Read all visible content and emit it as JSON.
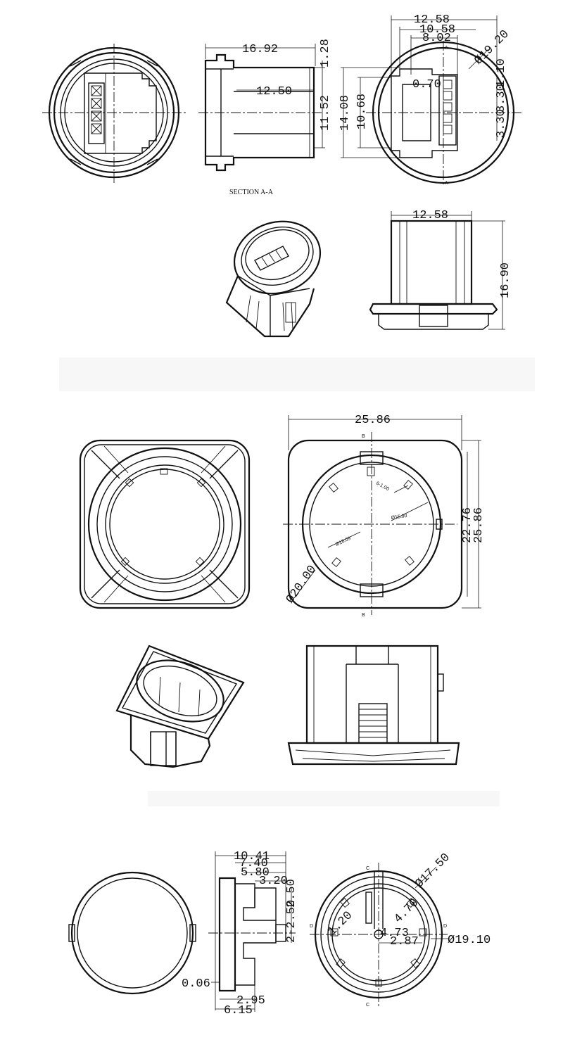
{
  "section_a": {
    "label": "SECTION A-A",
    "dims": {
      "len_16_92": "16.92",
      "len_1_28": "1.28",
      "len_12_50": "12.50",
      "len_11_52": "11.52",
      "len_14_08": "14.08",
      "len_10_68": "10.68",
      "len_12_58": "12.58",
      "len_10_58": "10.58",
      "len_8_02": "8.02",
      "dia_19_20": "Ø19.20",
      "len_0_70": "0.70",
      "len_1_10": "1.10",
      "len_3_30": "3.30",
      "len_3_30b": "3.30",
      "len_12_58b": "12.58",
      "len_16_90": "16.90",
      "sec_a1": "A",
      "sec_a2": "A"
    }
  },
  "section_b": {
    "dims": {
      "len_25_86": "25.86",
      "len_22_76": "22.76",
      "len_25_86b": "25.86",
      "dia_20_00": "Ø20.00",
      "small_6_1_00": "6-1.00",
      "small_15_90": "Ø15.90",
      "small_18_09": "Ø18.09",
      "sec_b1": "B",
      "sec_b2": "B"
    }
  },
  "section_c": {
    "dims": {
      "len_10_41": "10.41",
      "len_7_40": "7.40",
      "len_5_80": "5.80",
      "len_3_20": "3.20",
      "len_2_50": "2.50",
      "len_2_2": "2-2.50",
      "len_0_06": "0.06",
      "len_2_95": "2.95",
      "len_6_15": "6.15",
      "dia_17_50": "Ø17.50",
      "len_1_20": "1.20",
      "len_4_70": "4.70",
      "len_4_73": "4.73",
      "len_2_87": "2.87",
      "dia_19_10": "Ø19.10",
      "sec_c1": "C",
      "sec_c2": "C",
      "sec_d1": "D",
      "sec_d2": "D"
    }
  }
}
